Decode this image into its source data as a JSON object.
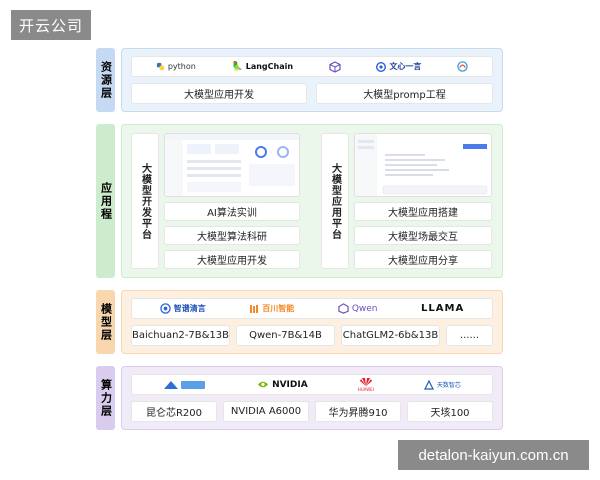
{
  "watermark_top": "开云公司",
  "watermark_bottom": "detalon-kaiyun.com.cn",
  "resource": {
    "title": "资源层",
    "logos": [
      "python",
      "LangChain",
      "",
      "文心一言",
      ""
    ],
    "items": [
      "大模型应用开发",
      "大模型promp工程"
    ]
  },
  "application": {
    "title": "应用程",
    "left_card": "大模型开发平台",
    "left_items": [
      "AI算法实训",
      "大模型算法科研",
      "大模型应用开发"
    ],
    "right_card": "大模型应用平台",
    "right_items": [
      "大模型应用搭建",
      "大模型场最交互",
      "大模型应用分享"
    ]
  },
  "model": {
    "title": "模型层",
    "logos": [
      "智谱清言",
      "百川智能",
      "Qwen",
      "LLAMA"
    ],
    "items": [
      "Baichuan2-7B&13B",
      "Qwen-7B&14B",
      "ChatGLM2-6b&13B",
      "......"
    ]
  },
  "compute": {
    "title": "算力层",
    "logos": [
      "",
      "NVIDIA",
      "HUAWEI",
      "天数智芯"
    ],
    "items": [
      "昆仑芯R200",
      "NVIDIA A6000",
      "华为昇腾910",
      "天垓100"
    ]
  },
  "colors": {
    "resource_side": "#c5daf2",
    "resource_body": "#eaf3fc",
    "app_side": "#cdeccd",
    "app_body": "#eaf7ea",
    "model_side": "#f8d6ae",
    "model_body": "#fdf0e0",
    "compute_side": "#d9ccee",
    "compute_body": "#f1ebf8"
  }
}
